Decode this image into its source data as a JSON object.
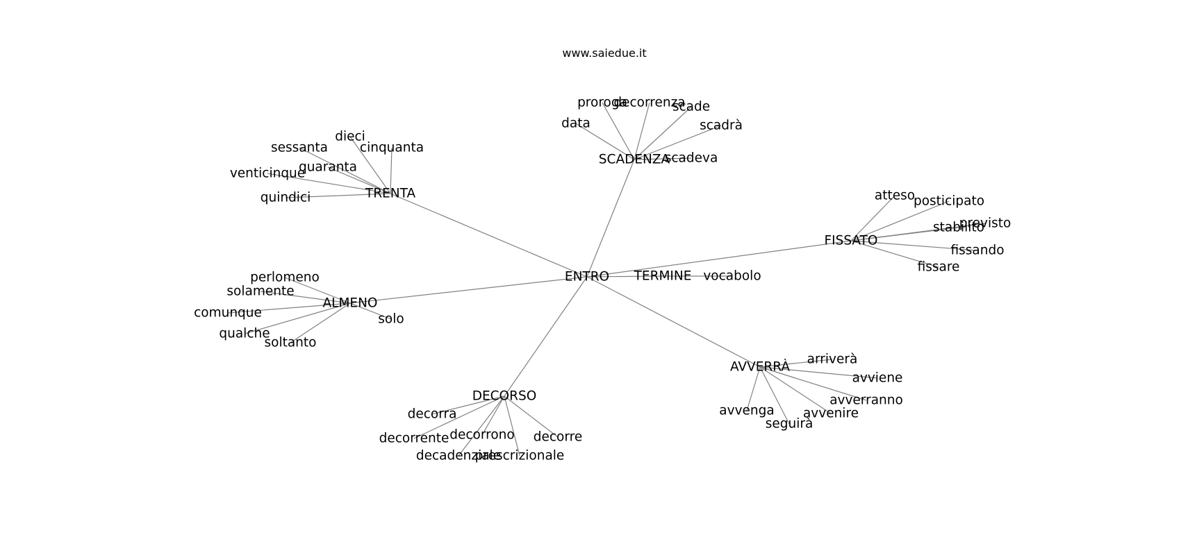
{
  "watermark": "www.saiedue.it",
  "center": "ENTRO",
  "hubs": [
    {
      "label": "TRENTA",
      "words": [
        "cinquanta",
        "dieci",
        "sessanta",
        "quaranta",
        "venticinque",
        "quindici"
      ]
    },
    {
      "label": "SCADENZA",
      "words": [
        "proroga",
        "decorrenza",
        "scade",
        "data",
        "scadrà",
        "scadeva"
      ]
    },
    {
      "label": "FISSATO",
      "words": [
        "atteso",
        "posticipato",
        "stabilito",
        "previsto",
        "fissando",
        "fissare"
      ]
    },
    {
      "label": "TERMINE",
      "words": [
        "vocabolo"
      ]
    },
    {
      "label": "ALMENO",
      "words": [
        "perlomeno",
        "solamente",
        "comunque",
        "qualche",
        "soltanto",
        "solo"
      ]
    },
    {
      "label": "AVVERRÀ",
      "words": [
        "arriverà",
        "avviene",
        "avverranno",
        "avvenire",
        "seguirà",
        "avvenga"
      ]
    },
    {
      "label": "DECORSO",
      "words": [
        "decorra",
        "decorrente",
        "decorrono",
        "decadenziale",
        "prescrizionale",
        "decorre"
      ]
    }
  ]
}
